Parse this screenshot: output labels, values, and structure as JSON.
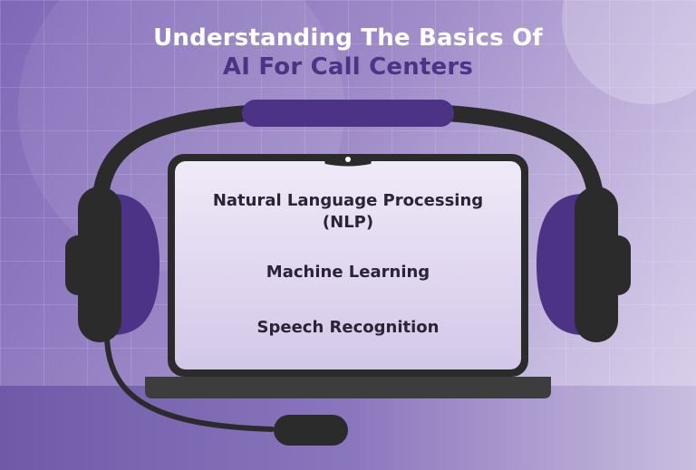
{
  "title": {
    "line1": "Understanding The Basics Of",
    "line2": "AI For Call Centers"
  },
  "screen": {
    "items": [
      {
        "line1": "Natural Language Processing",
        "line2": "(NLP)"
      },
      {
        "line1": "Machine Learning"
      },
      {
        "line1": "Speech Recognition"
      }
    ]
  },
  "colors": {
    "background": "#a08cc9",
    "accent_purple": "#4c3386",
    "headset_dark": "#2b2b2b",
    "screen_fill": "#e4dcf1"
  },
  "icons": [
    "headset-icon",
    "laptop-icon",
    "microphone-icon"
  ]
}
